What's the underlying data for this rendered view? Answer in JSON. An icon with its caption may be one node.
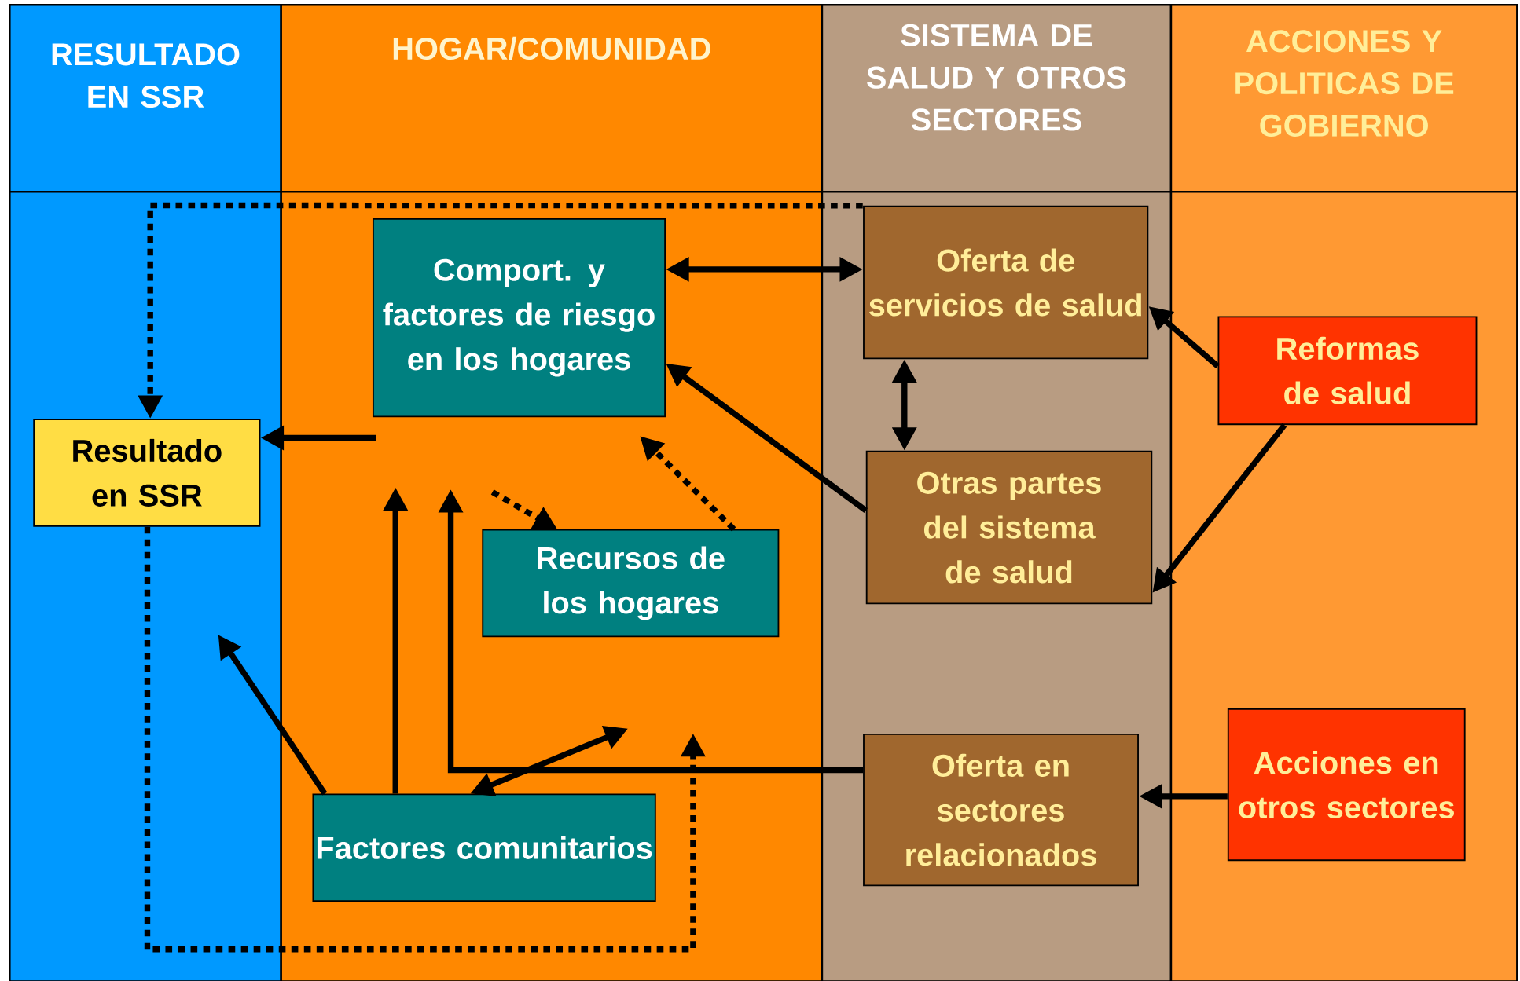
{
  "diagram": {
    "nodes": [
      {
        "text": [
          "RESULTADO EN SSR"
        ]
      },
      {
        "text": [
          "HOGAR/COMUNIDAD"
        ]
      },
      {
        "text": [
          "SISTEMA DE SALUD Y OTROS SECTORES"
        ]
      },
      {
        "text": [
          "ACCIONES Y POLITICAS DE GOBIERNO"
        ]
      },
      {
        "text": [
          "Resultado en SSR"
        ],
        "in": 0
      },
      {
        "text": [
          "Comport. y factores de riesgo en los hogares"
        ],
        "in": 1
      },
      {
        "text": [
          "Recursos de los hogares"
        ],
        "in": 1
      },
      {
        "text": [
          "Factores comunitarios"
        ],
        "in": 1
      },
      {
        "text": [
          "Oferta de servicios de salud"
        ],
        "in": 2
      },
      {
        "text": [
          "Otras partes del sistema de salud"
        ],
        "in": 2
      },
      {
        "text": [
          "Oferta en sectores relacionados"
        ],
        "in": 2
      },
      {
        "text": [
          "Reformas de salud"
        ],
        "in": 3
      },
      {
        "text": [
          "Acciones en otros sectores"
        ],
        "in": 3
      }
    ],
    "edges": [
      {
        "from": 5,
        "to": 8,
        "arrow": "both"
      },
      {
        "from": 8,
        "to": 9,
        "arrow": "both"
      },
      {
        "from": 9,
        "to": 5,
        "arrow": "to"
      },
      {
        "from": 11,
        "to": 8,
        "arrow": "to"
      },
      {
        "from": 11,
        "to": 9,
        "arrow": "to"
      },
      {
        "from": 12,
        "to": 10,
        "arrow": "to"
      },
      {
        "from": null,
        "to": 4,
        "arrow": "to"
      },
      {
        "from": 7,
        "to": null,
        "arrow": "to"
      },
      {
        "from": 10,
        "to": null,
        "arrow": "to"
      },
      {
        "from": null,
        "to": 6,
        "arrow": "to",
        "style": "dashed"
      },
      {
        "from": 6,
        "to": null,
        "arrow": "to",
        "style": "dashed"
      },
      {
        "from": 7,
        "to": null,
        "arrow": "to"
      },
      {
        "from": 7,
        "to": null,
        "arrow": "both"
      },
      {
        "from": 8,
        "to": 4,
        "arrow": "to",
        "style": "dashed"
      },
      {
        "from": 4,
        "to": null,
        "arrow": "to",
        "style": "dashed"
      }
    ]
  }
}
